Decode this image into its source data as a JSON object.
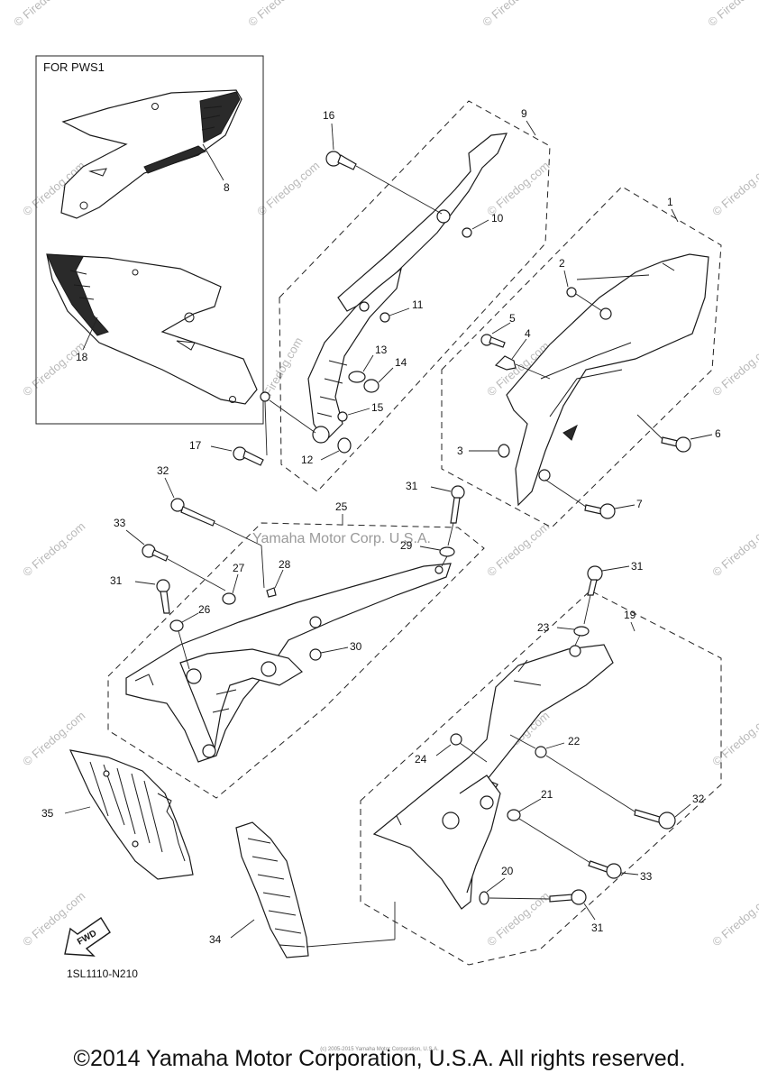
{
  "diagram": {
    "inset_title": "FOR PWS1",
    "drawing_code": "1SL1110-N210",
    "fwd_label": "FWD",
    "center_watermark": "Yamaha Motor Corp. U.S.A.",
    "watermark_text": "© Firedog.com",
    "inset_watermark": "Firedog.com",
    "copyright": "©2014 Yamaha Motor Corporation, U.S.A. All rights reserved.",
    "small_copyright": "(c) 2005-2015 Yamaha Motor Corporation, U.S.A.",
    "callouts": {
      "c1": "1",
      "c2": "2",
      "c3": "3",
      "c4": "4",
      "c5": "5",
      "c6": "6",
      "c7": "7",
      "c8": "8",
      "c9": "9",
      "c10": "10",
      "c11": "11",
      "c12": "12",
      "c13": "13",
      "c14": "14",
      "c15": "15",
      "c16": "16",
      "c17": "17",
      "c18": "18",
      "c19": "19",
      "c20": "20",
      "c21": "21",
      "c22": "22",
      "c23": "23",
      "c24": "24",
      "c25": "25",
      "c26": "26",
      "c27": "27",
      "c28": "28",
      "c29": "29",
      "c30": "30",
      "c31a": "31",
      "c31b": "31",
      "c31c": "31",
      "c31d": "31",
      "c32a": "32",
      "c32b": "32",
      "c33a": "33",
      "c33b": "33",
      "c34": "34",
      "c35": "35"
    }
  }
}
